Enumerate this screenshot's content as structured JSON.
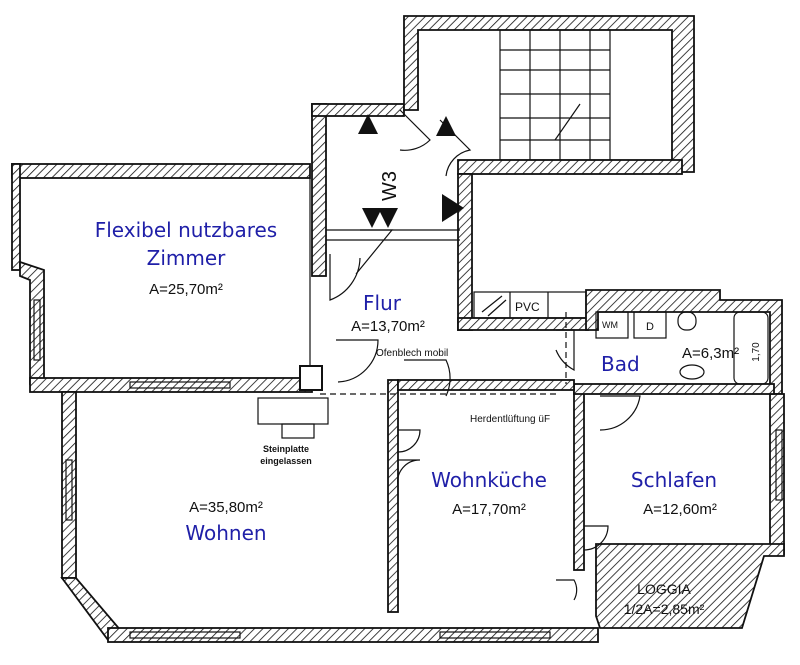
{
  "rooms": {
    "zimmer": {
      "name_line1": "Flexibel nutzbares",
      "name_line2": "Zimmer",
      "area": "A=25,70m²"
    },
    "flur": {
      "name": "Flur",
      "area": "A=13,70m²"
    },
    "wc": {
      "label": "W3"
    },
    "bad": {
      "name": "Bad",
      "area": "A=6,3m²"
    },
    "wohnen": {
      "name": "Wohnen",
      "area": "A=35,80m²"
    },
    "kueche": {
      "name": "Wohnküche",
      "area": "A=17,70m²"
    },
    "schlafen": {
      "name": "Schlafen",
      "area": "A=12,60m²"
    },
    "loggia": {
      "name": "LOGGIA",
      "area": "1/2A=2,85m²"
    }
  },
  "annotations": {
    "ofenblech": "Ofenblech mobil",
    "herdentlueftung": "Herdentlüftung üF",
    "steinplatte_line1": "Steinplatte",
    "steinplatte_line2": "eingelassen",
    "pvc": "PVC",
    "wm": "WM",
    "d": "D",
    "tub_dim": "1,70"
  },
  "colors": {
    "room_label": "#1f1fa8",
    "wall_line": "#111111"
  }
}
